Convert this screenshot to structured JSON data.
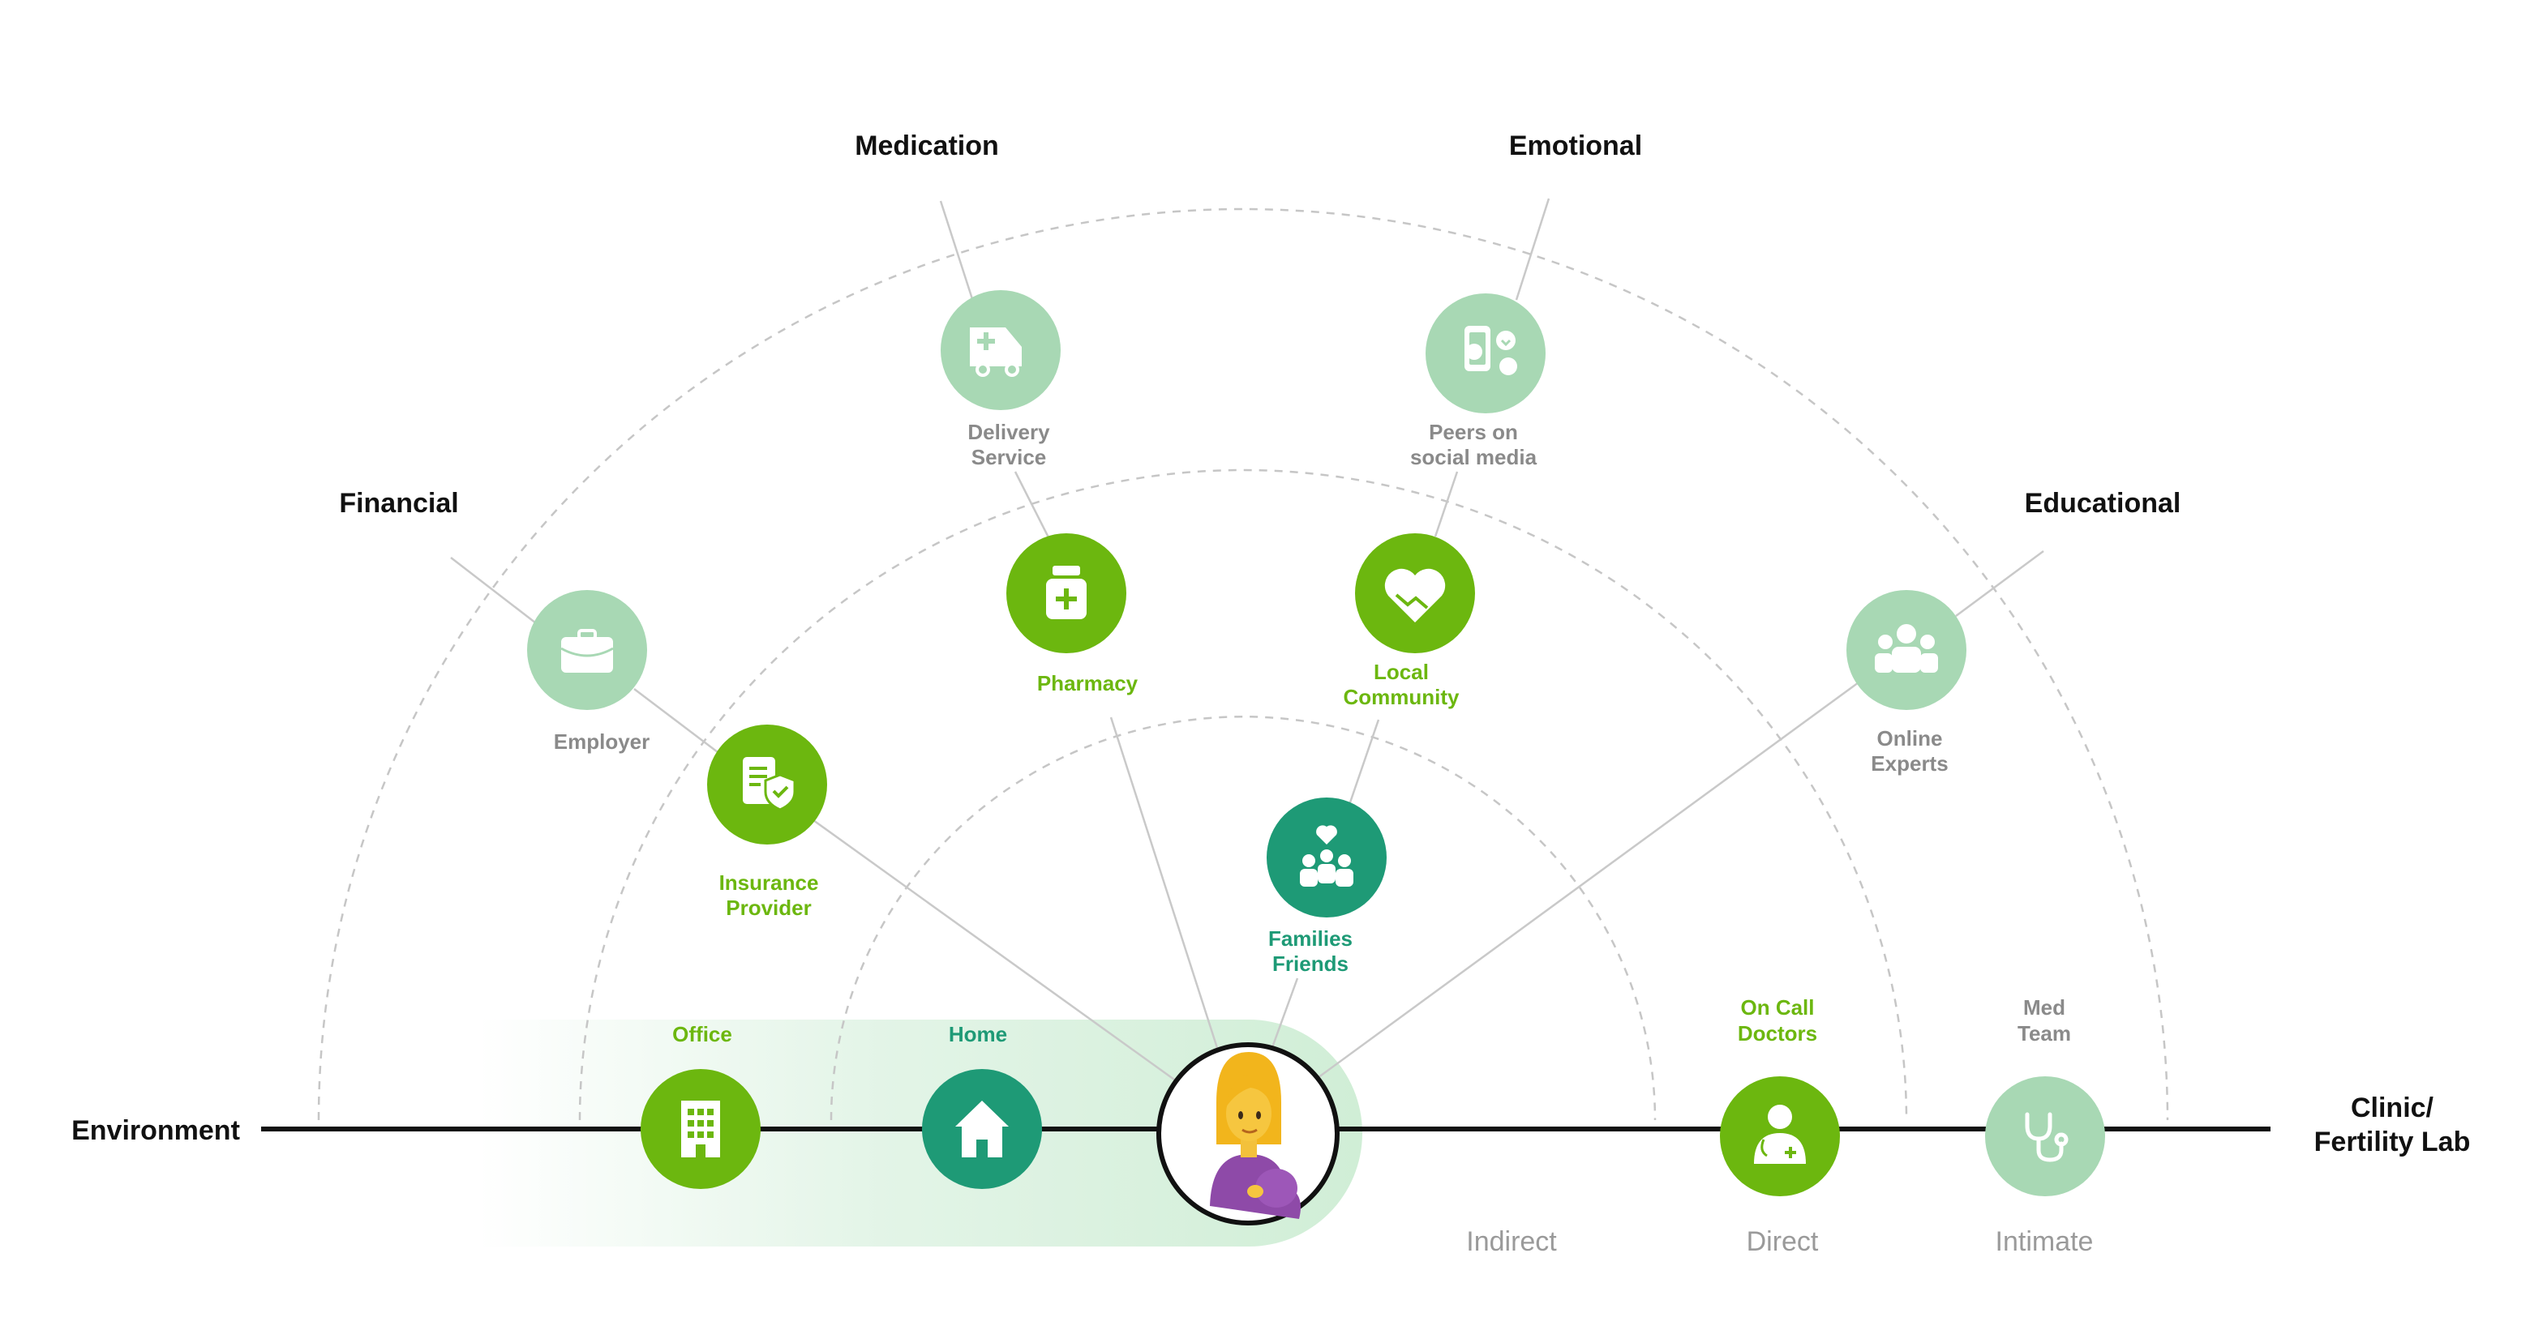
{
  "colors": {
    "lime": "#6CB70F",
    "teal": "#1E9A76",
    "pale": "#A8D8B4",
    "lime_text": "#6CB70F",
    "teal_text": "#1E9A76",
    "grey_text": "#8A8A8A",
    "ring_grey": "#C6C6C6",
    "line": "#111111"
  },
  "categories": {
    "medication": "Medication",
    "emotional": "Emotional",
    "financial": "Financial",
    "educational": "Educational"
  },
  "axis": {
    "left_label": "Environment",
    "right_label_line1": "Clinic/",
    "right_label_line2": "Fertility Lab"
  },
  "rings": {
    "indirect": "Indirect",
    "direct": "Direct",
    "intimate": "Intimate"
  },
  "nodes": {
    "delivery_service": {
      "line1": "Delivery",
      "line2": "Service",
      "icon": "ambulance-icon",
      "tone": "pale"
    },
    "peers_social_media": {
      "line1": "Peers on",
      "line2": "social media",
      "icon": "social-media-icon",
      "tone": "pale"
    },
    "employer": {
      "line1": "Employer",
      "icon": "briefcase-icon",
      "tone": "pale"
    },
    "online_experts": {
      "line1": "Online",
      "line2": "Experts",
      "icon": "experts-group-icon",
      "tone": "pale"
    },
    "pharmacy": {
      "line1": "Pharmacy",
      "icon": "medicine-bottle-icon",
      "tone": "lime"
    },
    "local_community": {
      "line1": "Local",
      "line2": "Community",
      "icon": "heart-handshake-icon",
      "tone": "lime"
    },
    "insurance_provider": {
      "line1": "Insurance",
      "line2": "Provider",
      "icon": "insurance-shield-icon",
      "tone": "lime"
    },
    "families_friends": {
      "line1": "Families",
      "line2": "Friends",
      "icon": "family-heart-icon",
      "tone": "teal"
    },
    "office": {
      "line1": "Office",
      "icon": "building-icon",
      "tone": "lime"
    },
    "home": {
      "line1": "Home",
      "icon": "house-icon",
      "tone": "teal"
    },
    "on_call_doctors": {
      "line1": "On Call",
      "line2": "Doctors",
      "icon": "doctor-icon",
      "tone": "lime"
    },
    "med_team": {
      "line1": "Med",
      "line2": "Team",
      "icon": "stethoscope-icon",
      "tone": "pale"
    }
  },
  "center": {
    "icon": "pregnant-woman-icon"
  }
}
